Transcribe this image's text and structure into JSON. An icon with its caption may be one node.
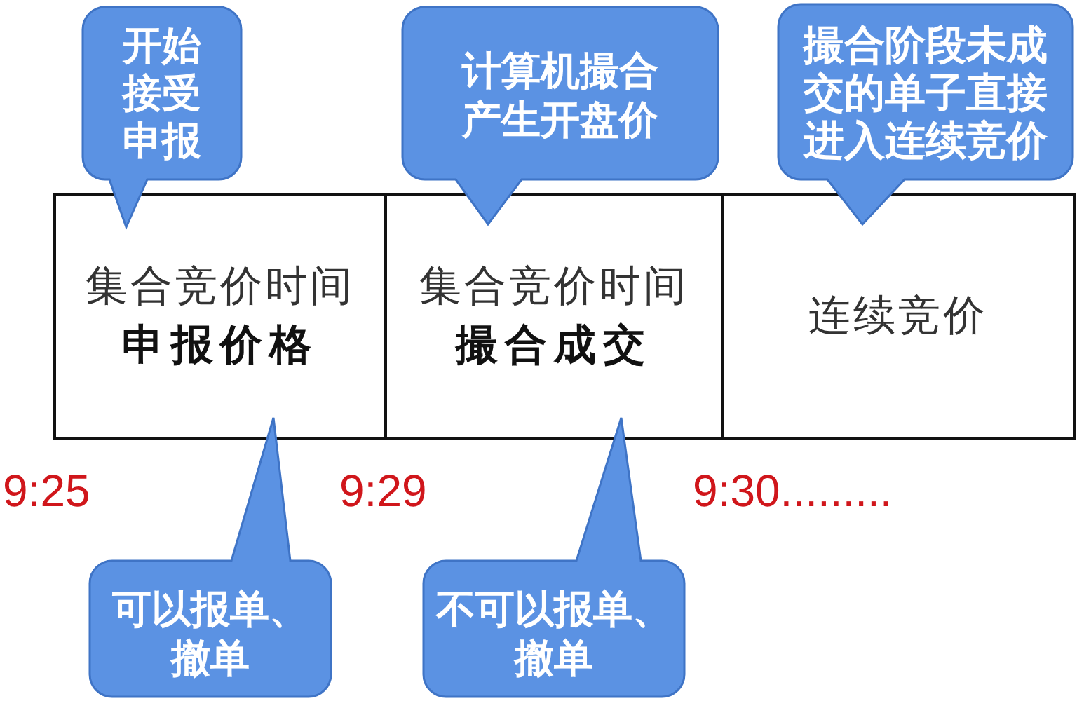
{
  "diagram": {
    "nodes": [
      {
        "text": [
          "开始接受申报"
        ]
      },
      {
        "text": [
          "计算机撮合产生开盘价"
        ]
      },
      {
        "text": [
          "撮合阶段未成交的单子直接进入连续竞价"
        ]
      },
      {
        "text": [
          "集合竞价时间",
          "申报价格"
        ]
      },
      {
        "text": [
          "集合竞价时间",
          "撮合成交"
        ]
      },
      {
        "text": [
          "连续竞价"
        ]
      },
      {
        "text": [
          "可以报单、撤单"
        ]
      },
      {
        "text": [
          "不可以报单、撤单"
        ]
      }
    ],
    "labels": [
      "9:25",
      "9:29",
      "9:30........."
    ]
  }
}
